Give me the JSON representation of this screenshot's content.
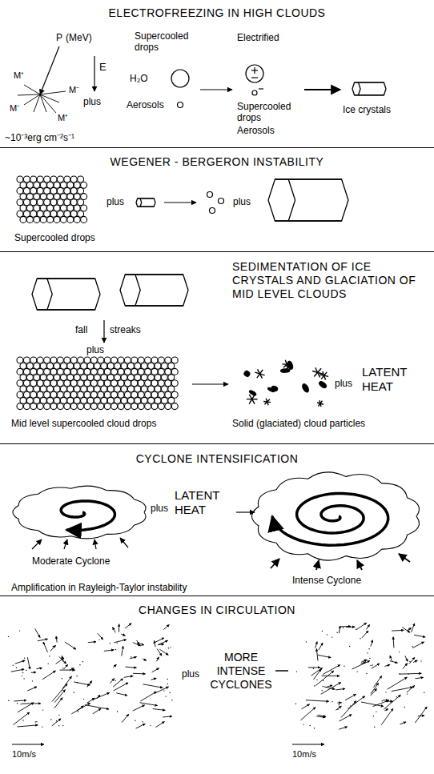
{
  "diagram": {
    "nodes": [
      {
        "text": [
          "ELECTROFREEZING IN HIGH CLOUDS"
        ]
      },
      {
        "text": [
          "WEGENER - BERGERON INSTABILITY"
        ]
      },
      {
        "text": [
          "SEDIMENTATION OF ICE CRYSTALS AND GLACIATION OF MID LEVEL CLOUDS"
        ]
      },
      {
        "text": [
          "CYCLONE INTENSIFICATION"
        ]
      },
      {
        "text": [
          "CHANGES IN CIRCULATION"
        ]
      }
    ],
    "labels": [
      "P",
      "(MeV)",
      "M⁺",
      "M⁻",
      "M⁻",
      "M⁺",
      "E",
      "plus",
      "Supercooled drops",
      "H₂O",
      "Aerosols",
      "~10⁻³erg cm⁻²s⁻¹",
      "Electrified",
      "Supercooled drops",
      "Aerosols",
      "Ice crystals",
      "plus",
      "plus",
      "Supercooled drops",
      "fall",
      "streaks",
      "plus",
      "Mid level supercooled cloud drops",
      "Solid (glaciated) cloud particles",
      "plus",
      "LATENT HEAT",
      "plus",
      "LATENT HEAT",
      "Moderate Cyclone",
      "Intense Cyclone",
      "Amplification in Rayleigh-Taylor instability",
      "plus",
      "MORE INTENSE CYCLONES",
      "10m/s",
      "10m/s"
    ]
  }
}
